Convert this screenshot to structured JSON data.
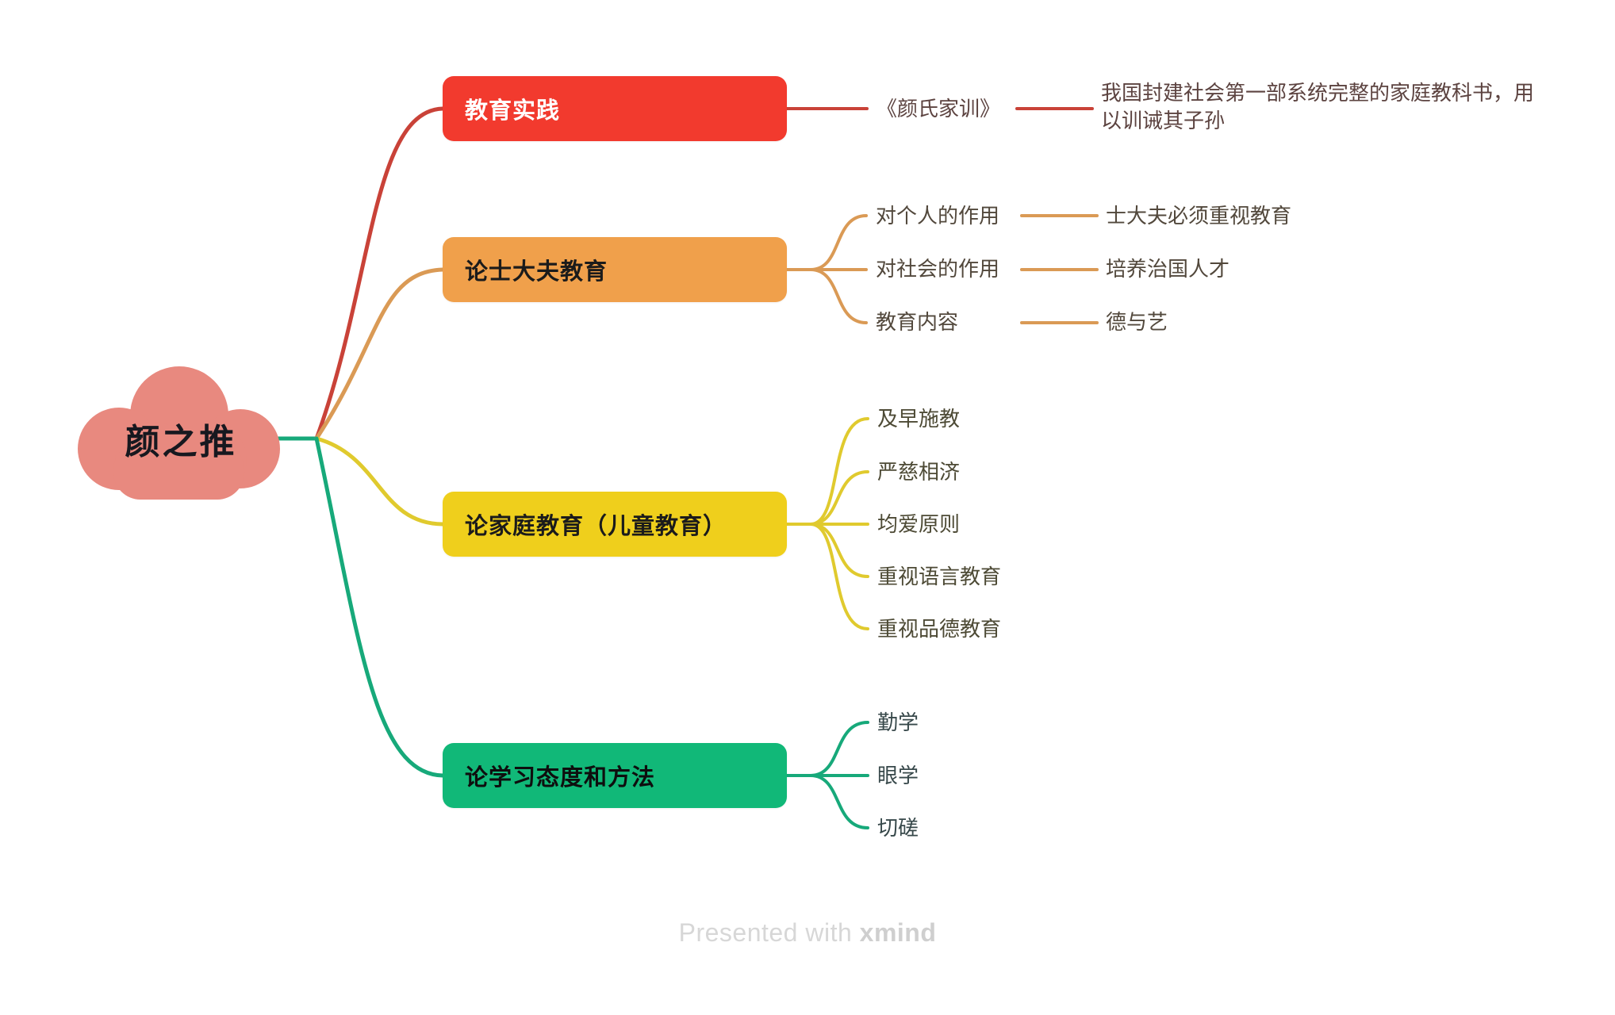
{
  "document": {
    "title": "颜之推",
    "type": "mindmap"
  },
  "root": {
    "label": "颜之推",
    "shape": "cloud",
    "fill": "#E8897F",
    "text_color": "#17181f"
  },
  "branches": [
    {
      "id": "branch-education-practice",
      "label": "教育实践",
      "color": "#F23A2E",
      "line_color": "#C94238",
      "text_color": "#ffffff",
      "children": [
        {
          "label": "《颜氏家训》",
          "children": [
            {
              "label": "我国封建社会第一部系统完整的家庭教科书，用以训诫其子孙"
            }
          ]
        }
      ]
    },
    {
      "id": "branch-scholar-official-education",
      "label": "论士大夫教育",
      "color": "#F0A04B",
      "line_color": "#DA9A55",
      "text_color": "#1b1b1b",
      "children": [
        {
          "label": "对个人的作用",
          "children": [
            {
              "label": "士大夫必须重视教育"
            }
          ]
        },
        {
          "label": "对社会的作用",
          "children": [
            {
              "label": "培养治国人才"
            }
          ]
        },
        {
          "label": "教育内容",
          "children": [
            {
              "label": "德与艺"
            }
          ]
        }
      ]
    },
    {
      "id": "branch-family-education",
      "label": "论家庭教育（儿童教育）",
      "color": "#EFCF1C",
      "line_color": "#E0CA2E",
      "text_color": "#1b1b1b",
      "children": [
        {
          "label": "及早施教",
          "children": []
        },
        {
          "label": "严慈相济",
          "children": []
        },
        {
          "label": "均爱原则",
          "children": []
        },
        {
          "label": "重视语言教育",
          "children": []
        },
        {
          "label": "重视品德教育",
          "children": []
        }
      ]
    },
    {
      "id": "branch-learning-attitude-method",
      "label": "论学习态度和方法",
      "color": "#11B878",
      "line_color": "#17A97A",
      "text_color": "#0e0e0e",
      "children": [
        {
          "label": "勤学",
          "children": []
        },
        {
          "label": "眼学",
          "children": []
        },
        {
          "label": "切磋",
          "children": []
        }
      ]
    }
  ],
  "watermark": {
    "prefix": "Presented with ",
    "brand": "xmind"
  }
}
